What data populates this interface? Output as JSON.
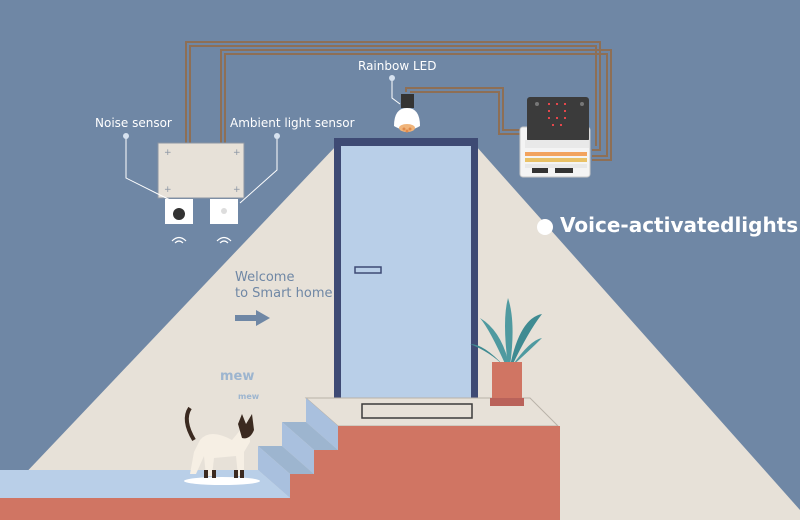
{
  "title": "Voice-activatedlights",
  "labels": {
    "noise_sensor": "Noise sensor",
    "ambient_light_sensor": "Ambient light sensor",
    "rainbow_led": "Rainbow LED"
  },
  "welcome": {
    "line1": "Welcome",
    "line2": "to Smart home"
  },
  "cat_sounds": {
    "large": "mew",
    "small": "mew"
  },
  "icons": [
    "arrow-right-icon",
    "sound-wave-icon",
    "lightbulb-icon",
    "microbit-board-icon",
    "cat-icon",
    "potted-plant-icon"
  ],
  "colors": {
    "background": "#6f87a5",
    "floor": "#e7e1d8",
    "door": "#b9cfe8",
    "stairs": "#d07563",
    "wire": "#8e6f55"
  }
}
